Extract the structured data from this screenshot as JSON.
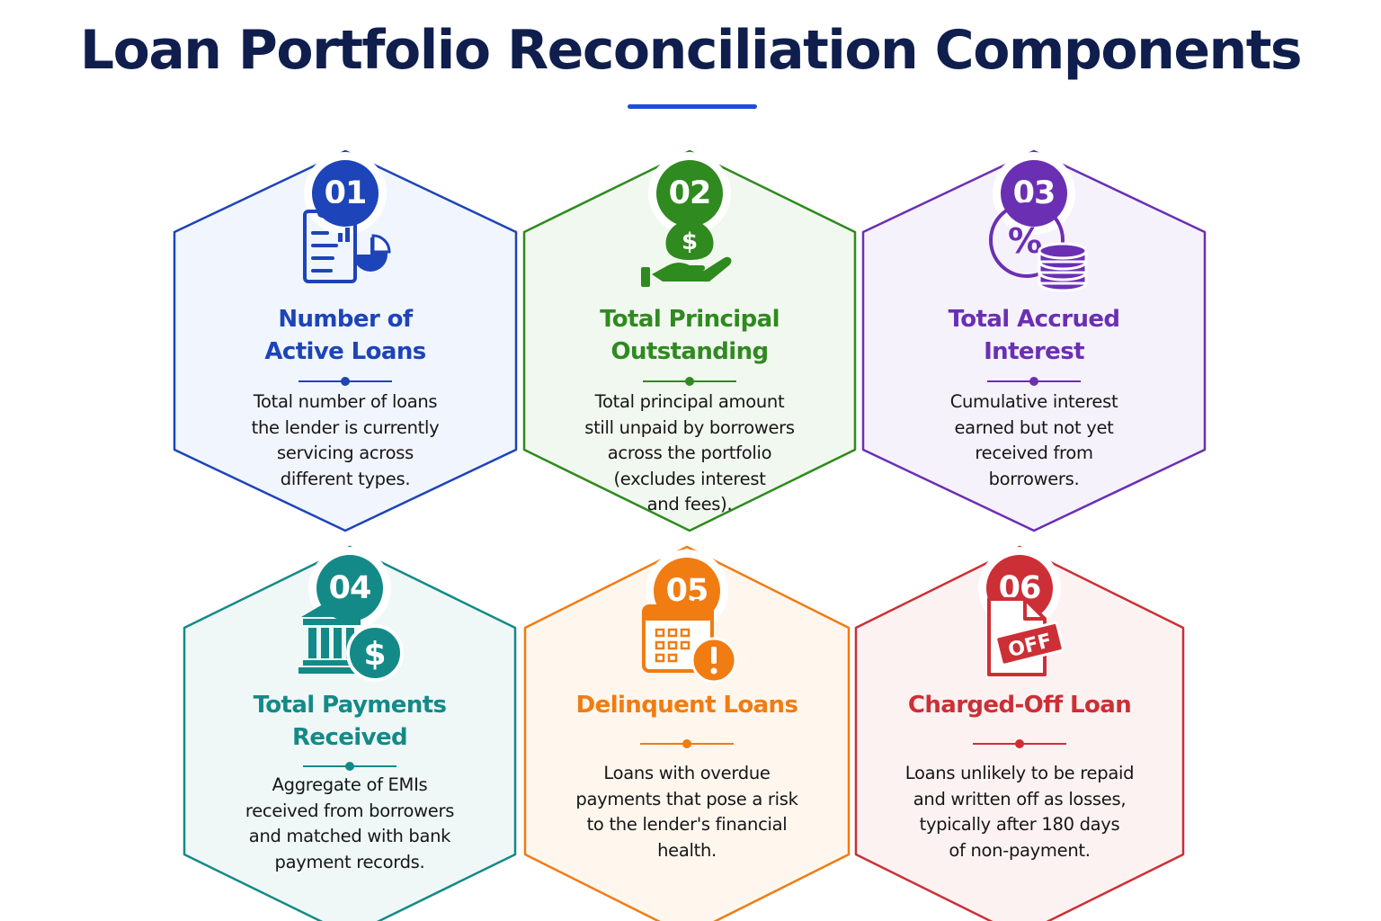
{
  "title": "Loan Portfolio Reconciliation Components",
  "colors": {
    "title": "#0f1e4d",
    "underline": "#1d4ed8",
    "text": "#161616"
  },
  "cards": [
    {
      "number": "01",
      "title_line1": "Number of",
      "title_line2": "Active Loans",
      "description": [
        "Total number of loans",
        "the lender is currently",
        "servicing across",
        "different types."
      ],
      "icon": "clipboard-pie-chart-icon",
      "color": "#1d44b8",
      "fill": "#f1f5fd"
    },
    {
      "number": "02",
      "title_line1": "Total Principal",
      "title_line2": "Outstanding",
      "description": [
        "Total principal amount",
        "still unpaid by borrowers",
        "across the portfolio",
        "(excludes interest",
        "and fees)."
      ],
      "icon": "money-bag-hand-icon",
      "color": "#2f8a1f",
      "fill": "#f1f8ef"
    },
    {
      "number": "03",
      "title_line1": "Total Accrued",
      "title_line2": "Interest",
      "description": [
        "Cumulative interest",
        "earned but not yet",
        "received from",
        "borrowers."
      ],
      "icon": "percent-coins-icon",
      "color": "#6b2fb3",
      "fill": "#f5f2fc"
    },
    {
      "number": "04",
      "title_line1": "Total Payments",
      "title_line2": "Received",
      "description": [
        "Aggregate of EMIs",
        "received from borrowers",
        "and matched with bank",
        "payment records."
      ],
      "icon": "bank-dollar-icon",
      "color": "#148a88",
      "fill": "#eff8f7"
    },
    {
      "number": "05",
      "title_line1": "Delinquent Loans",
      "title_line2": "",
      "description": [
        "Loans with overdue",
        "payments that pose a risk",
        "to the lender's financial",
        "health."
      ],
      "icon": "calendar-warning-icon",
      "color": "#f07c12",
      "fill": "#fff6ee"
    },
    {
      "number": "06",
      "title_line1": "Charged-Off Loan",
      "title_line2": "",
      "description": [
        "Loans unlikely to be repaid",
        "and written off as losses,",
        "typically after 180 days",
        "of non-payment."
      ],
      "icon": "document-off-icon",
      "color": "#cc2f36",
      "fill": "#fdf2f2"
    }
  ]
}
